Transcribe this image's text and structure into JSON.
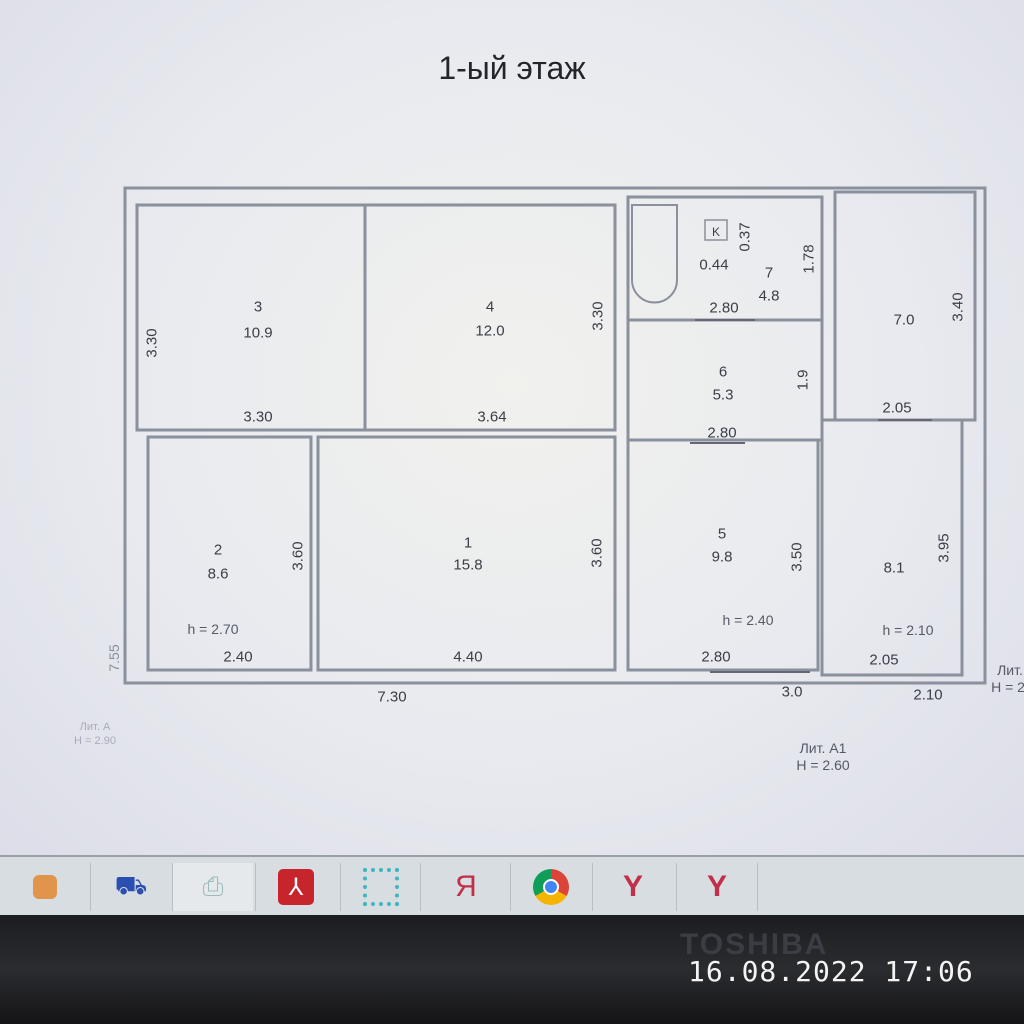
{
  "title": "1-ый этаж",
  "rooms": [
    {
      "num": "3",
      "area": "10.9"
    },
    {
      "num": "4",
      "area": "12.0"
    },
    {
      "num": "2",
      "area": "8.6"
    },
    {
      "num": "1",
      "area": "15.8"
    },
    {
      "num": "7",
      "area": "4.8"
    },
    {
      "num": "6",
      "area": "5.3"
    },
    {
      "num": "5",
      "area": "9.8"
    },
    {
      "num": "",
      "area": "7.0"
    },
    {
      "num": "",
      "area": "8.1"
    }
  ],
  "dims": {
    "r3_h": "3.30",
    "r3_w": "3.30",
    "r4_h": "3.30",
    "r4_w": "3.64",
    "r2_h": "3.60",
    "r2_w": "2.40",
    "r1_h": "3.60",
    "r1_w": "4.40",
    "r7_k": "0.37",
    "r7_a": "0.44",
    "r7_h": "1.78",
    "r7_w": "2.80",
    "r6_h": "1.9",
    "r6_w": "2.80",
    "r5_h": "3.50",
    "r5_w": "2.80",
    "ra_h": "3.40",
    "ra_w": "2.05",
    "rb_h": "3.95",
    "rb_w": "2.05",
    "total_w": "7.30",
    "mid_w": "3.0",
    "right_w": "2.10",
    "left_total": "7.55"
  },
  "heights": {
    "h1": "h = 2.70",
    "h2": "h = 2.40",
    "h3": "h = 2.10"
  },
  "kitchen_mark": "K",
  "liters": {
    "a1_name": "Лит. А1",
    "a1_h": "H = 2.60",
    "right_name": "Лит.",
    "right_h": "H = 2",
    "left_name": "Лит. А",
    "left_h": "H = 2.90"
  },
  "taskbar": [
    "media-player",
    "network",
    "printer",
    "pdf-reader",
    "editor",
    "yandex",
    "chrome",
    "yandex-browser",
    "yandex-browser-2"
  ],
  "taskbar_glyphs": {
    "yandex": "Я",
    "y1": "Y",
    "y2": "Y",
    "pdf": "⅄"
  },
  "laptop_brand": "TOSHIBA",
  "timestamp": "16.08.2022 17:06"
}
